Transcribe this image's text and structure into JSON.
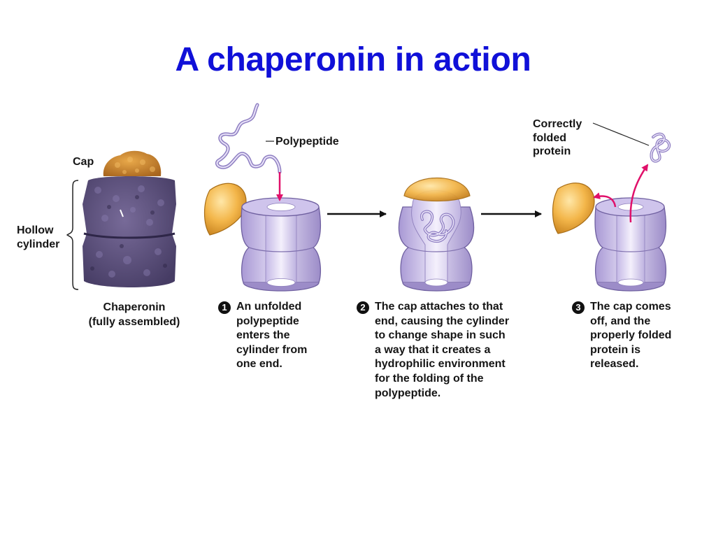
{
  "title": "A chaperonin in action",
  "labels": {
    "cap": "Cap",
    "hollow_cylinder": "Hollow\ncylinder",
    "chaperonin": "Chaperonin",
    "fully_assembled": "(fully assembled)",
    "polypeptide": "Polypeptide",
    "correctly_folded": "Correctly\nfolded\nprotein"
  },
  "steps": [
    {
      "number": "1",
      "text": "An unfolded\npolypeptide\nenters the\ncylinder from\none end."
    },
    {
      "number": "2",
      "text": "The cap attaches to that\nend, causing the cylinder\nto change shape in such\na way that it creates a\nhydrophilic environment\nfor the folding of the\npolypeptide."
    },
    {
      "number": "3",
      "text": "The cap comes\noff, and the\nproperly folded\nprotein is\nreleased."
    }
  ],
  "colors": {
    "title": "#1010d8",
    "cap": "#f0a830",
    "cylinder": "#b6a8dc",
    "chaperonin_body": "#5c5080",
    "arrow": "#e0106a"
  }
}
